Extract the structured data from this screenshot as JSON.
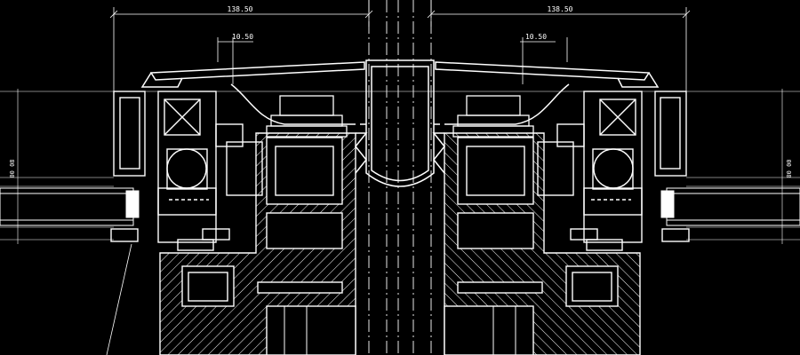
{
  "drawing": {
    "background": "#000000",
    "line_color": "#ffffff",
    "dimensions": {
      "overall_left": "138.50",
      "overall_right": "138.50",
      "detail_left": "10.50",
      "detail_right": "10.50",
      "vertical_left": "00 08",
      "vertical_right": "00 08"
    }
  }
}
